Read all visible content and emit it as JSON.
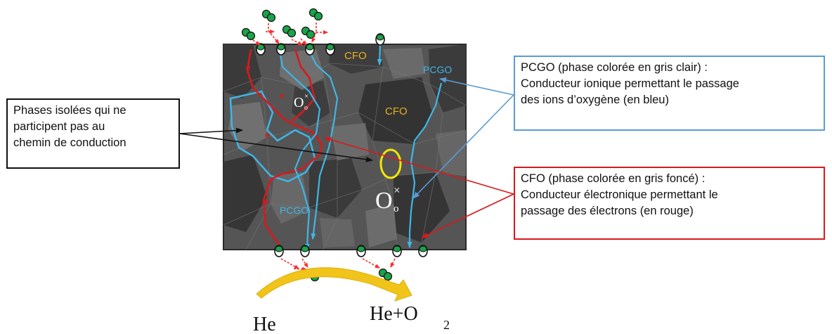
{
  "diagram": {
    "labels": {
      "cfo_top": "CFO",
      "cfo_mid": "CFO",
      "pcgo_top": "PCGO",
      "pcgo_bottom": "PCGO",
      "electron": "e",
      "vacancy_symbol": "O",
      "vacancy_super": "×",
      "vacancy_sub": "o"
    },
    "gas_in": "He",
    "gas_out": "He+O",
    "gas_out_sub": "2"
  },
  "callouts": {
    "isolated": [
      "Phases isolées qui ne",
      "participent pas au",
      "chemin de conduction"
    ],
    "pcgo": [
      "PCGO (phase colorée en gris clair) :",
      "Conducteur ionique permettant le passage",
      "des ions d’oxygène (en bleu)"
    ],
    "cfo": [
      "CFO (phase colorée en gris foncé) :",
      "Conducteur électronique permettant le",
      "passage des électrons (en rouge)"
    ]
  },
  "colors": {
    "ionic_path": "#3fb6e8",
    "electronic_path": "#d9191c",
    "cfo_label": "#e8b020",
    "pcgo_label": "#3fb6e8",
    "molecule": "#1aa34a",
    "gas_arrow": "#f0c419",
    "callout_pcgo_border": "#5b9bd5",
    "callout_cfo_border": "#d9191c"
  }
}
